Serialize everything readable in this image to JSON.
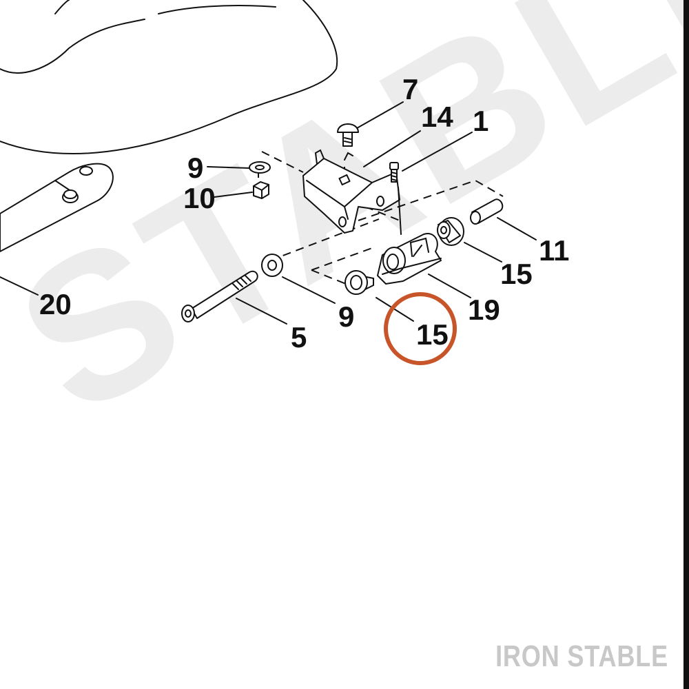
{
  "watermark": "STABLE",
  "brand": "IRON STABLE",
  "highlight_color": "#c8542a",
  "highlighted_callout": "15",
  "callouts": {
    "c7": "7",
    "c14": "14",
    "c1": "1",
    "c9a": "9",
    "c10": "10",
    "c11": "11",
    "c15a": "15",
    "c20": "20",
    "c19": "19",
    "c9b": "9",
    "c15b": "15",
    "c5": "5"
  }
}
